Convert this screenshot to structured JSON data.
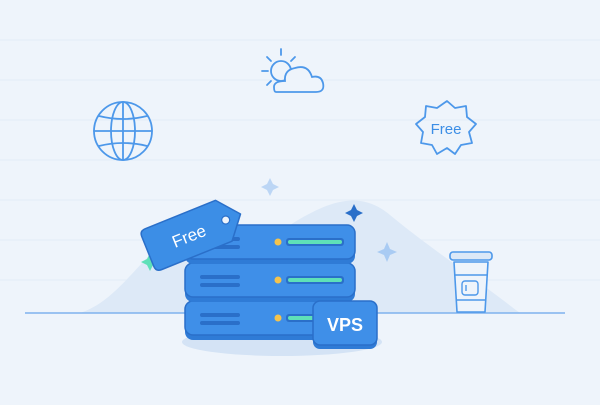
{
  "tag": {
    "label": "Free"
  },
  "badge": {
    "label": "Free"
  },
  "server": {
    "label": "VPS"
  },
  "icons": {
    "globe": "globe-icon",
    "weather": "sun-cloud-icon",
    "badge": "free-badge-icon",
    "cup": "coffee-cup-icon",
    "sparkles": "sparkle-icon"
  },
  "colors": {
    "background": "#eef4fb",
    "primary": "#3c8ee6",
    "primary_dark": "#2a6fc9",
    "outline": "#5aa0ec",
    "server_face": "#3f8fe8",
    "server_side": "#2f7bd6",
    "accent_green": "#5ee0b8",
    "accent_yellow": "#f4c34d"
  }
}
